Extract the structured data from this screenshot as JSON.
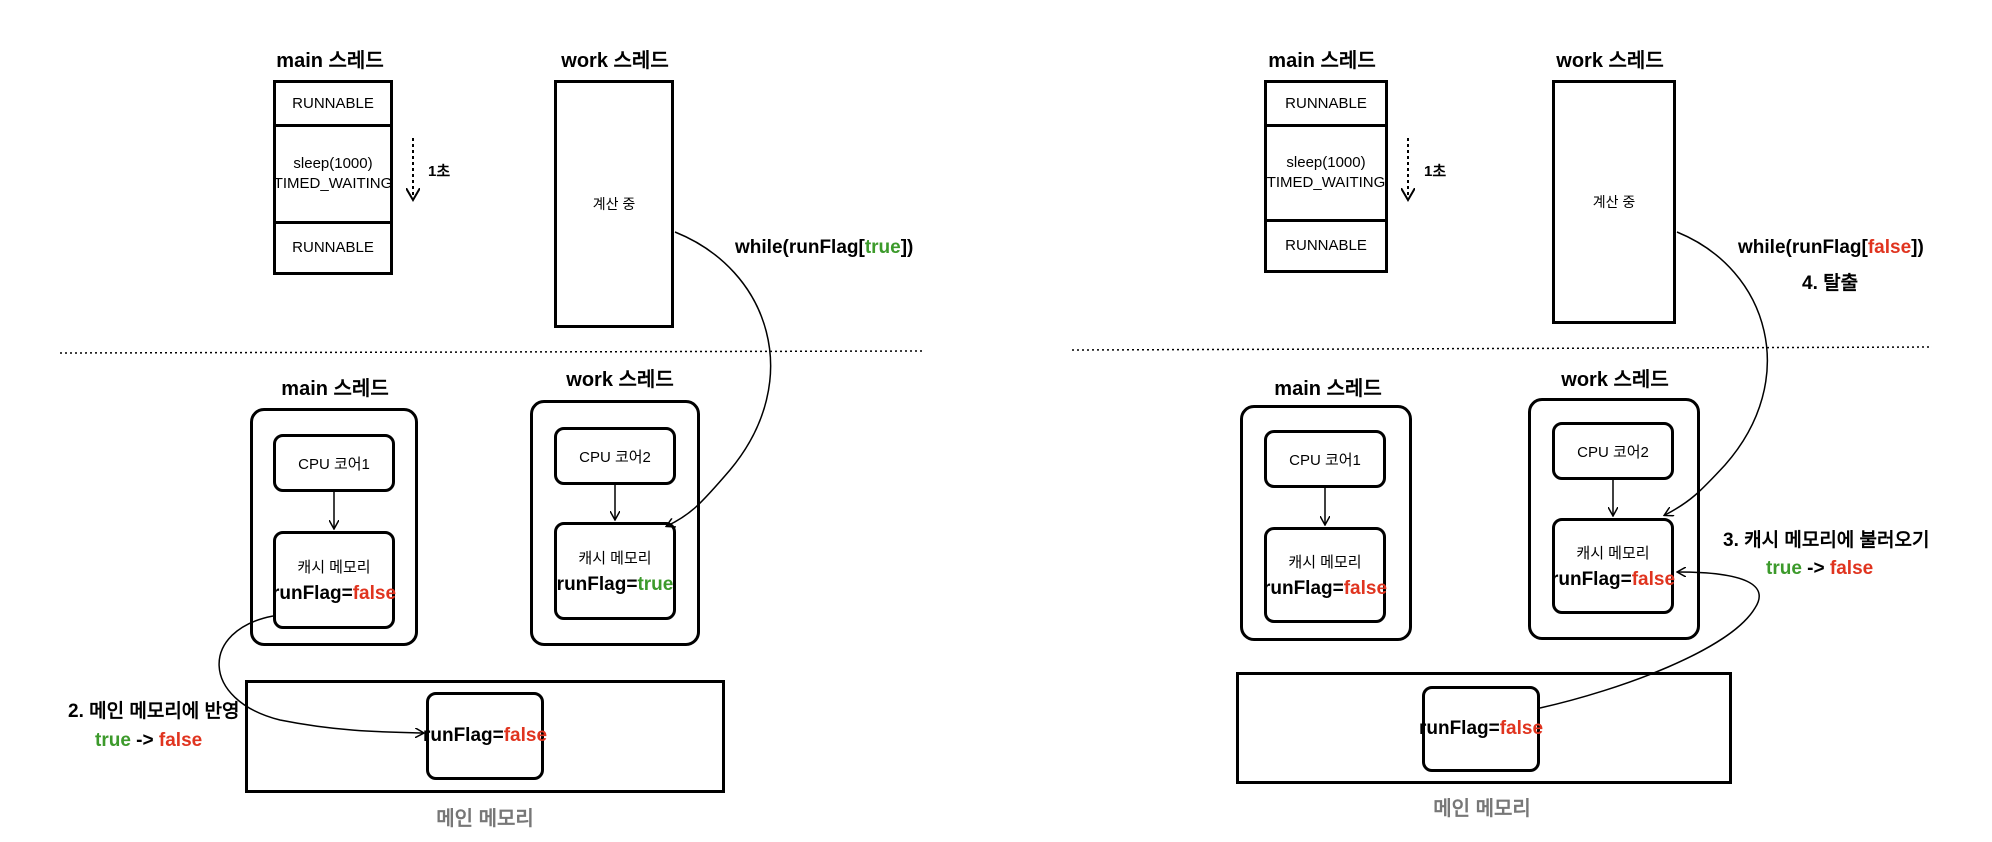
{
  "left": {
    "main_thread_title": "main 스레드",
    "work_thread_title": "work 스레드",
    "states": [
      "RUNNABLE",
      "sleep(1000)",
      "TIMED_WAITING",
      "RUNNABLE"
    ],
    "sleep_duration": "1초",
    "work_state": "계산 중",
    "while_prefix": "while(runFlag[",
    "while_value": "true",
    "while_suffix": "])",
    "bottom_main_title": "main 스레드",
    "bottom_work_title": "work 스레드",
    "cpu1": "CPU 코어1",
    "cpu2": "CPU 코어2",
    "cache_label": "캐시 메모리",
    "flag_name": "runFlag=",
    "cache1_value": "false",
    "cache2_value": "true",
    "annotation_title": "2. 메인 메모리에 반영",
    "annotation_from": "true",
    "annotation_arrow": " -> ",
    "annotation_to": "false",
    "main_memory_value": "false",
    "main_memory_label": "메인 메모리"
  },
  "right": {
    "main_thread_title": "main 스레드",
    "work_thread_title": "work 스레드",
    "states": [
      "RUNNABLE",
      "sleep(1000)",
      "TIMED_WAITING",
      "RUNNABLE"
    ],
    "sleep_duration": "1초",
    "work_state": "계산 중",
    "while_prefix": "while(runFlag[",
    "while_value": "false",
    "while_suffix": "])",
    "exit_label": "4. 탈출",
    "bottom_main_title": "main 스레드",
    "bottom_work_title": "work 스레드",
    "cpu1": "CPU 코어1",
    "cpu2": "CPU 코어2",
    "cache_label": "캐시 메모리",
    "flag_name": "runFlag=",
    "cache1_value": "false",
    "cache2_value": "false",
    "annotation_title": "3. 캐시 메모리에 불러오기",
    "annotation_from": "true",
    "annotation_arrow": " -> ",
    "annotation_to": "false",
    "main_memory_value": "false",
    "main_memory_label": "메인 메모리"
  },
  "colors": {
    "true": "#3c9a2b",
    "false": "#e0341f",
    "memory_label": "#777777"
  }
}
